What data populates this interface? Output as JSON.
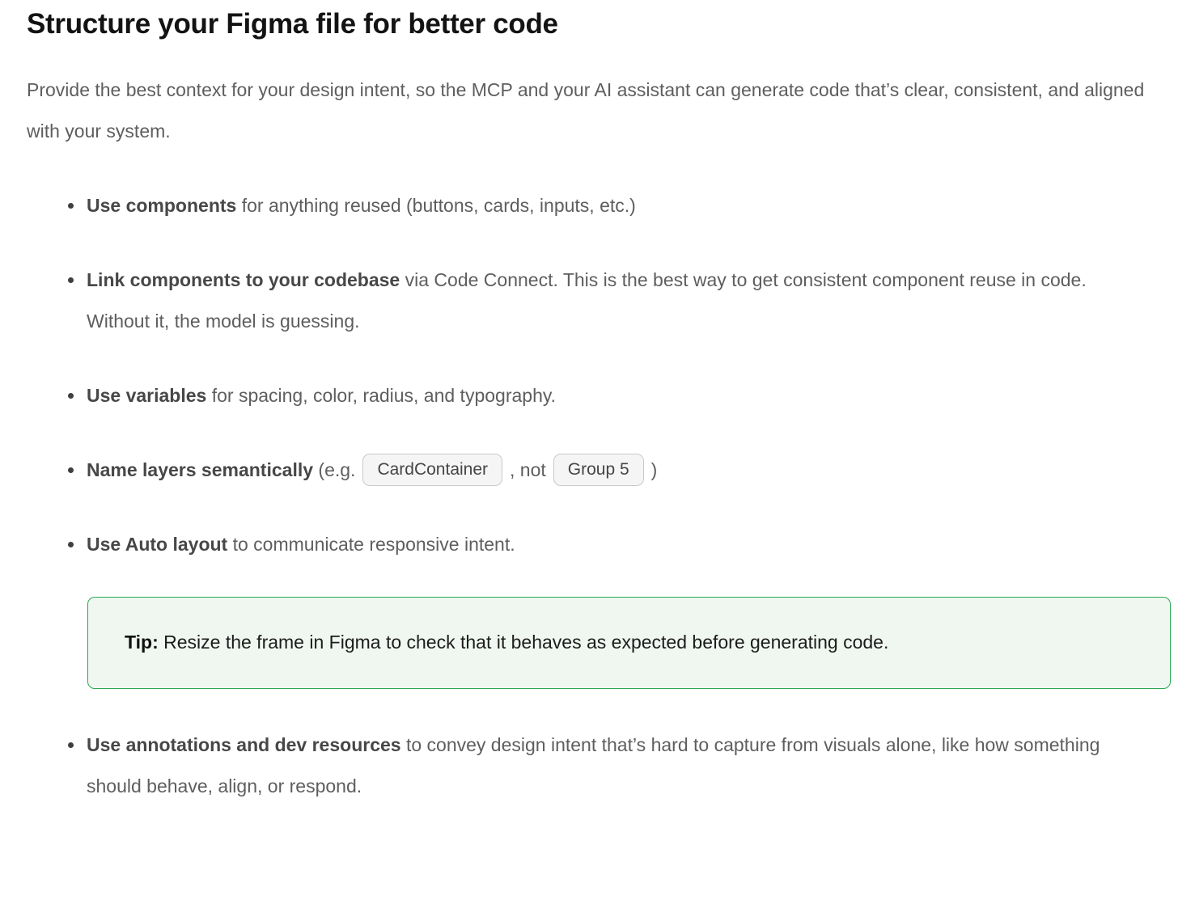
{
  "article": {
    "title": "Structure your Figma file for better code",
    "intro": "Provide the best context for your design intent, so the MCP and your AI assistant can generate code that’s clear, consistent, and aligned with your system."
  },
  "bullets": [
    {
      "bold": "Use components",
      "rest": " for anything reused (buttons, cards, inputs, etc.)"
    },
    {
      "bold": "Link components to your codebase",
      "rest": " via Code Connect. This is the best way to get consistent component reuse in code. Without it, the model is guessing."
    },
    {
      "bold": "Use variables",
      "rest": " for spacing, color, radius, and typography."
    },
    {
      "bold": "Name layers semantically",
      "pre": " (e.g.",
      "pill1": "CardContainer",
      "mid": ", not",
      "pill2": "Group 5",
      "post": ")"
    },
    {
      "bold": "Use Auto layout",
      "rest": " to communicate responsive intent."
    },
    {
      "bold": "Use annotations and dev resources",
      "rest": " to convey design intent that’s hard to capture from visuals alone, like how something should behave, align, or respond."
    }
  ],
  "tip": {
    "label": "Tip:",
    "text": " Resize the frame in Figma to check that it behaves as expected before generating code."
  },
  "colors": {
    "tip_border": "#27a950",
    "tip_background": "#f0f7f1",
    "pill_background": "#f5f5f5",
    "pill_border": "#c9c9c9",
    "heading_text": "#131313",
    "body_text": "#5e5e5e"
  }
}
